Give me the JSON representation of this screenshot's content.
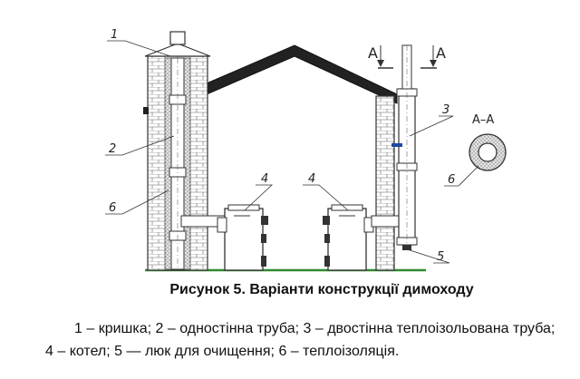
{
  "callouts": {
    "cap": "1",
    "single_pipe": "2",
    "insulated_pipe": "3",
    "boiler_left": "4",
    "boiler_right": "4",
    "cleaning_hatch": "5",
    "insulation_left": "6",
    "insulation_section": "6"
  },
  "section": {
    "mark_left": "А",
    "mark_right": "А",
    "title": "А–А"
  },
  "caption": "Рисунок 5.  Варіанти конструкції димоходу",
  "legend": "1 – кришка; 2 – одностінна труба; 3 – двостінна теплоізольована труба; 4 – котел; 5 — люк для очищення; 6 – теплоізоляція.",
  "colors": {
    "outline": "#333333",
    "brick_fill": "#ffffff",
    "insulation": "#cfcfcf",
    "roof": "#222222",
    "ground": "#2f8a2f"
  }
}
